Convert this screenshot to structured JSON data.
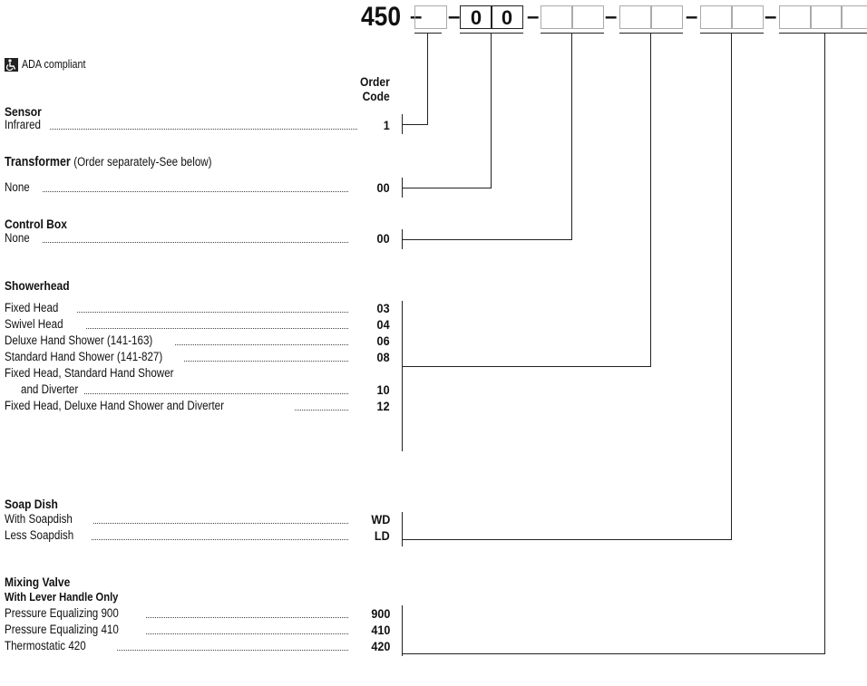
{
  "model_prefix": "450",
  "fixed_digits": [
    "0",
    "0"
  ],
  "ada": {
    "label": "ADA compliant",
    "icon": "wheelchair-icon"
  },
  "order_code_header": {
    "line1": "Order",
    "line2": "Code"
  },
  "sections": [
    {
      "title": "Sensor",
      "note": "",
      "items": [
        {
          "label": "Infrared",
          "code": "1"
        }
      ]
    },
    {
      "title": "Transformer",
      "note": "(Order separately-See below)",
      "items": [
        {
          "label": "None",
          "code": "00"
        }
      ]
    },
    {
      "title": "Control Box",
      "note": "",
      "items": [
        {
          "label": "None",
          "code": "00"
        }
      ]
    },
    {
      "title": "Showerhead",
      "note": "",
      "items": [
        {
          "label": "Fixed Head",
          "code": "03"
        },
        {
          "label": "Swivel Head",
          "code": "04"
        },
        {
          "label": "Deluxe Hand Shower (141-163)",
          "code": "06"
        },
        {
          "label": "Standard Hand Shower (141-827)",
          "code": "08"
        },
        {
          "label": "Fixed Head, Standard Hand Shower",
          "label_cont": "and Diverter",
          "code": "10"
        },
        {
          "label": "Fixed Head, Deluxe Hand Shower and Diverter",
          "code": "12"
        }
      ]
    },
    {
      "title": "Soap Dish",
      "note": "",
      "items": [
        {
          "label": "With Soapdish",
          "code": "WD"
        },
        {
          "label": "Less Soapdish",
          "code": "LD"
        }
      ]
    },
    {
      "title": "Mixing Valve",
      "subtitle": "With Lever Handle Only",
      "note": "",
      "items": [
        {
          "label": "Pressure Equalizing 900",
          "code": "900"
        },
        {
          "label": "Pressure Equalizing 410",
          "code": "410"
        },
        {
          "label": "Thermostatic 420",
          "code": "420"
        }
      ]
    }
  ]
}
